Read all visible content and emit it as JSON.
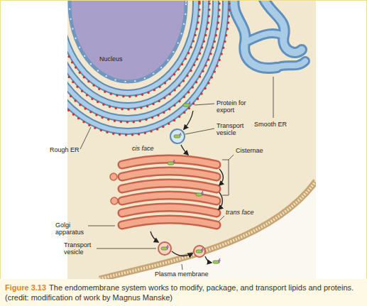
{
  "diagram": {
    "caption": "The endomembrane system works to modify, package, and transport lipids and proteins. (credit: modification of work by Magnus Manske)",
    "labels": [
      "Nucleus",
      "Protein for export",
      "Transport vesicle",
      "Smooth ER",
      "Rough ER",
      "cis face",
      "Cisternae",
      "Golgi apparatus",
      "trans face",
      "Transport vesicle",
      "Plasma membrane",
      "Figure 3.13"
    ]
  }
}
